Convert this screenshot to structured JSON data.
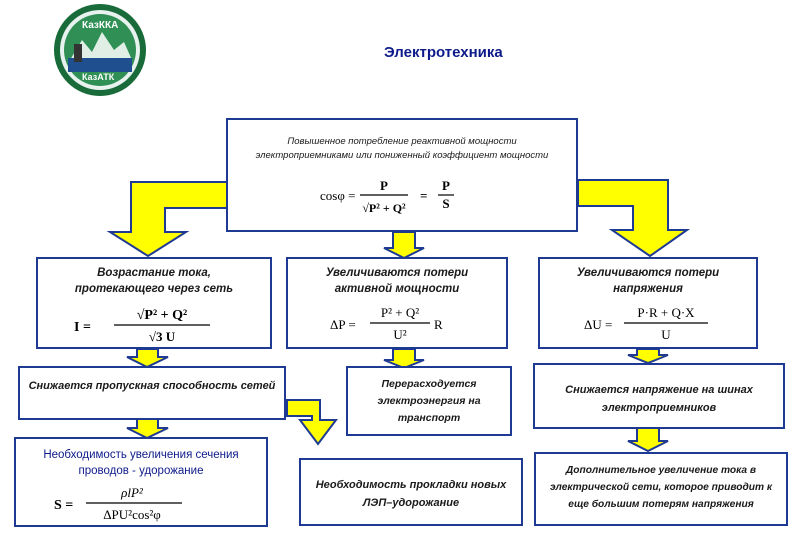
{
  "header": {
    "title": "Электротехника",
    "logo": {
      "top_text": "КазККА",
      "bottom_text": "КазАТК"
    }
  },
  "colors": {
    "box_border": "#1f3a93",
    "arrow_fill": "#ffff00",
    "arrow_stroke": "#1f3a93",
    "title": "#0d1a8a"
  },
  "top_box": {
    "line1": "Повышенное потребление реактивной мощности",
    "line2": "электроприемниками или пониженный коэффициент мощности",
    "formula": {
      "lhs": "cosφ =",
      "num": "P",
      "den": "√P² + Q²",
      "eq": "=",
      "num2": "P",
      "den2": "S"
    }
  },
  "column_left": {
    "box1": {
      "text": "Возрастание тока, протекающего через сеть",
      "formula": {
        "lhs": "I =",
        "num": "√P² + Q²",
        "den": "√3 U"
      }
    },
    "box2": {
      "text": "Снижается пропускная способность сетей"
    },
    "box3": {
      "text": "Необходимость увеличения сечения проводов - удорожание",
      "formula": {
        "lhs": "S =",
        "num": "ρlP²",
        "den": "ΔPU²cos²φ"
      }
    }
  },
  "column_mid": {
    "box1": {
      "text": "Увеличиваются потери активной мощности",
      "formula": {
        "lhs": "ΔP =",
        "num": "P² + Q²",
        "den": "U²",
        "rhs": "R"
      }
    },
    "box2": {
      "text": "Перерасходуется электроэнергия на транспорт"
    },
    "box3": {
      "text": "Необходимость прокладки новых ЛЭП–удорожание"
    }
  },
  "column_right": {
    "box1": {
      "text": "Увеличиваются потери напряжения",
      "formula": {
        "lhs": "ΔU =",
        "num": "P·R + Q·X",
        "den": "U"
      }
    },
    "box2": {
      "text": "Снижается напряжение на шинах электроприемников"
    },
    "box3": {
      "text": "Дополнительное увеличение тока в электрической сети, которое приводит к еще большим потерям напряжения"
    }
  }
}
